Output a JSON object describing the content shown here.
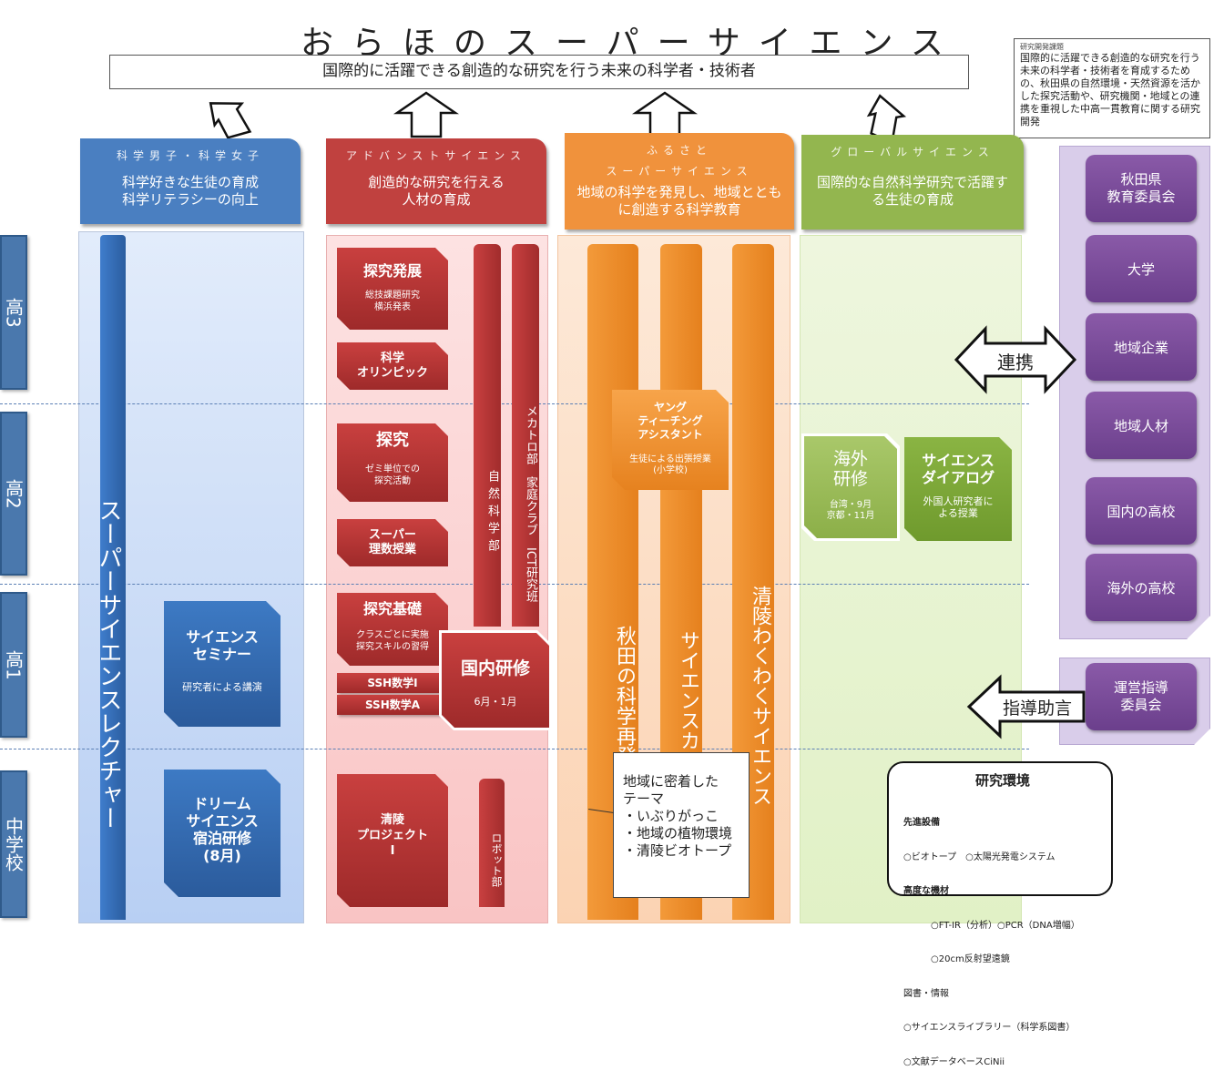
{
  "title": "おらほのスーパーサイエンス",
  "goal": "国際的に活躍できる創造的な研究を行う未来の科学者・技術者",
  "research_theme": {
    "heading": "研究開発課題",
    "text": "国際的に活躍できる創造的な研究を行う未来の科学者・技術者を育成するための、秋田県の自然環境・天然資源を活かした探究活動や、研究機関・地域との連携を重視した中高一貫教育に関する研究開発"
  },
  "columns": [
    {
      "sub": "科学男子・科学女子",
      "main": "科学好きな生徒の育成\n科学リテラシーの向上",
      "color": "#4a7fc1"
    },
    {
      "sub": "アドバンストサイエンス",
      "main": "創造的な研究を行える\n人材の育成",
      "color": "#c0413f"
    },
    {
      "sub1": "ふるさと",
      "sub": "スーパーサイエンス",
      "main": "地域の科学を発見し、地域とともに創造する科学教育",
      "color": "#f0923c"
    },
    {
      "sub": "グローバルサイエンス",
      "main": "国際的な自然科学研究で活躍する生徒の育成",
      "color": "#93b64f"
    }
  ],
  "grades": [
    "高3",
    "高2",
    "高1",
    "中学校"
  ],
  "blue": {
    "lecture": "スーパーサイエンスレクチャー",
    "seminar_title": "サイエンス\nセミナー",
    "seminar_desc": "研究者による講演",
    "dream_title": "ドリーム\nサイエンス\n宿泊研修\n(8月)"
  },
  "red": {
    "hatten_title": "探究発展",
    "hatten_desc": "総技課題研究\n横浜発表",
    "olympic": "科学\nオリンピック",
    "tankyu_title": "探究",
    "tankyu_desc": "ゼミ単位での\n探究活動",
    "super_rishu": "スーパー\n理数授業",
    "kiso_title": "探究基礎",
    "kiso_desc": "クラスごとに実施\n探究スキルの習得",
    "ssh_math1": "SSH数学Ⅰ",
    "ssh_matha": "SSH数学A",
    "kokunai_title": "国内研修",
    "kokunai_desc": "6月・1月",
    "shizen": "自然科学部",
    "mechatro": "メカトロ部　家庭クラブ　ICT研究班",
    "seiryo_project": "清陵\nプロジェクト\nⅠ",
    "robot": "ロボット部"
  },
  "orange": {
    "young_title": "ヤング\nティーチング\nアシスタント",
    "young_desc": "生徒による出張授業\n(小学校)",
    "akita": "秋田の科学再発見",
    "cafe": "サイエンスカフェ",
    "wakuwaku": "清陵わくわくサイエンス",
    "theme_box": "地域に密着した\nテーマ\n・いぶりがっこ\n・地域の植物環境\n・清陵ビオトープ"
  },
  "green": {
    "kaigai_title": "海外\n研修",
    "kaigai_desc": "台湾・9月\n京都・11月",
    "dialog_title": "サイエンス\nダイアログ",
    "dialog_desc": "外国人研究者に\nよる授業"
  },
  "partners": [
    "秋田県\n教育委員会",
    "大学",
    "地域企業",
    "地域人材",
    "国内の高校",
    "海外の高校"
  ],
  "renkei": "連携",
  "shido": "指導助言",
  "steering": "運営指導\n委員会",
  "environment": {
    "title": "研究環境",
    "lines": [
      "先進設備",
      "○ビオトープ　○太陽光発電システム",
      "高度な機材",
      "　　　○FT-IR（分析）○PCR（DNA増幅）",
      "　　　○20cm反射望遠鏡",
      "図書・情報",
      "○サイエンスライブラリー（科学系図書）",
      "○文献データベースCiNii"
    ]
  }
}
